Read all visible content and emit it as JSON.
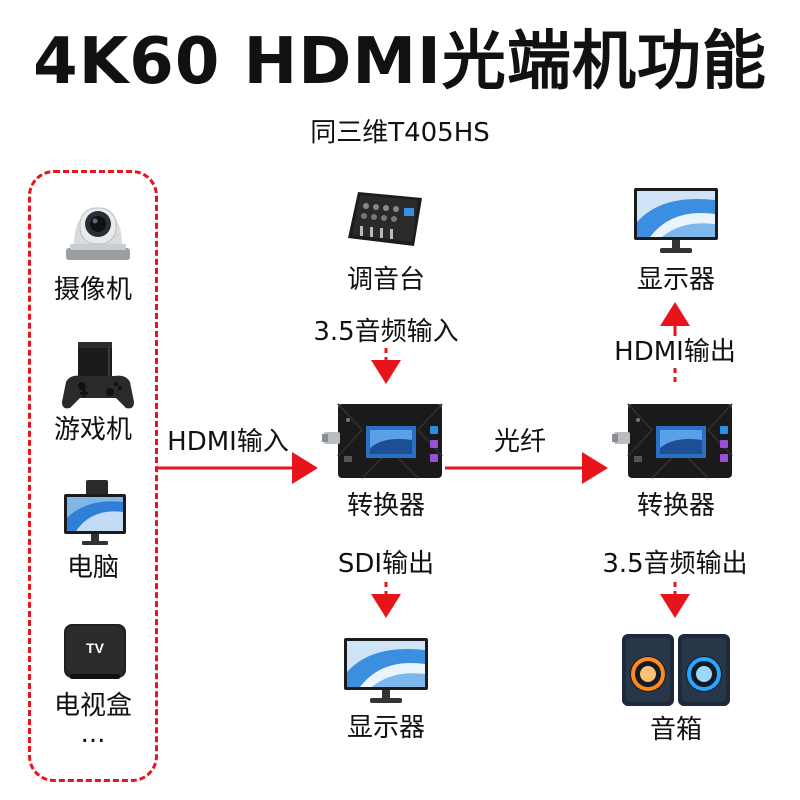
{
  "title": "4K60 HDMI光端机功能",
  "subtitle": "同三维T405HS",
  "sources": {
    "items": [
      {
        "label": "摄像机",
        "icon": "ptz-camera-icon"
      },
      {
        "label": "游戏机",
        "icon": "game-console-icon"
      },
      {
        "label": "电脑",
        "icon": "desktop-computer-icon"
      },
      {
        "label": "电视盒",
        "icon": "tv-box-icon"
      }
    ],
    "more": "...",
    "tv_box_text": "TV"
  },
  "links": {
    "hdmi_in": "HDMI输入",
    "fiber": "光纤",
    "audio_in": "3.5音频输入",
    "sdi_out": "SDI输出",
    "hdmi_out": "HDMI输出",
    "audio_out": "3.5音频输出"
  },
  "devices": {
    "mixer": "调音台",
    "converter_tx": "转换器",
    "converter_rx": "转换器",
    "monitor_sdi": "显示器",
    "monitor_hdmi": "显示器",
    "speakers": "音箱"
  },
  "colors": {
    "accent": "#e8141b",
    "text": "#111111",
    "device_dark": "#1a1a1a",
    "screen_blue": "#2f7fd6",
    "speaker_orange": "#ff8a1a",
    "speaker_blue": "#2aa6ff"
  }
}
